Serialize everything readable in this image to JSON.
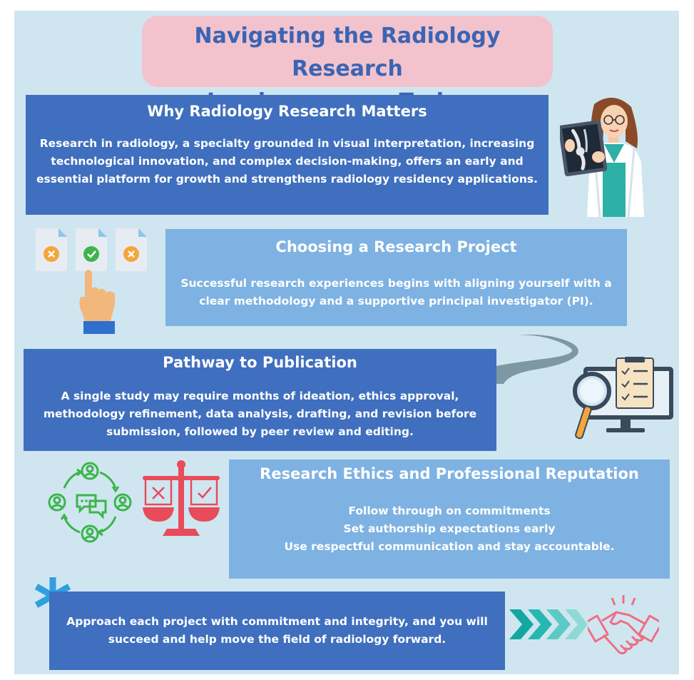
{
  "title": {
    "line1": "Navigating the Radiology Research",
    "line2": "Landscape as a Trainee"
  },
  "sections": [
    {
      "heading": "Why Radiology Research Matters",
      "lines": [
        "Research in radiology, a specialty grounded in visual interpretation, increasing",
        "technological innovation, and complex decision-making, offers an early and",
        "essential platform for growth and strengthens radiology residency applications."
      ]
    },
    {
      "heading": "Choosing a Research Project",
      "lines": [
        "Successful research experiences begins with aligning yourself with a",
        "clear methodology and a supportive principal investigator (PI)."
      ]
    },
    {
      "heading": "Pathway to Publication",
      "lines": [
        "A single study may require months of ideation, ethics approval,",
        "methodology refinement, data analysis, drafting, and revision before",
        "submission, followed by peer review and editing."
      ]
    },
    {
      "heading": "Research Ethics and Professional Reputation",
      "lines": [
        "Follow through on commitments",
        "Set authorship expectations early",
        "Use respectful communication and stay accountable."
      ]
    }
  ],
  "conclusion": {
    "lines": [
      "Approach each project with commitment and integrity, and you will",
      "succeed and help move the field of radiology forward."
    ]
  },
  "colors": {
    "background": "#cfe6f1",
    "dark_box": "#3f6fbe",
    "light_box": "#7eb2e2",
    "title_pill": "#f2c3cc",
    "title_text": "#3b64b4",
    "ethics_red": "#e84b5a",
    "community_green": "#3cb54a",
    "arrows_teal": "#25b8b0"
  },
  "icons": [
    "doctor-with-xray-illustration",
    "document-choice-icons",
    "pointing-hand-icon",
    "winding-road-illustration",
    "magnifier-monitor-checklist-icon",
    "community-cycle-icon",
    "ethics-scale-icon",
    "asterisk-icon",
    "chevron-arrows-icon",
    "handshake-icon"
  ]
}
